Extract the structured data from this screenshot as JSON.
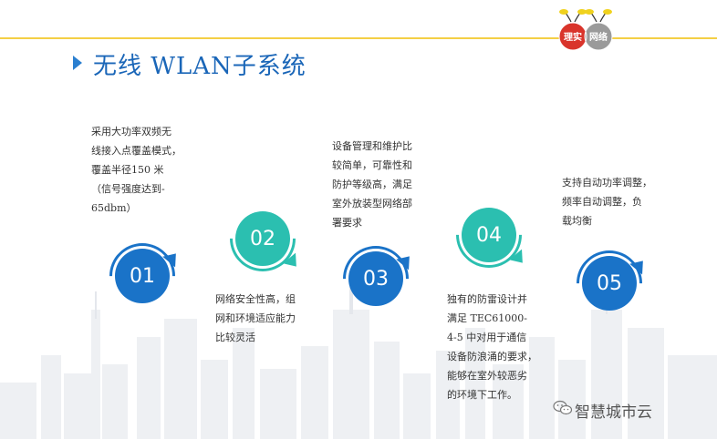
{
  "slide": {
    "title": "无线 WLAN子系统",
    "logo_texts": [
      "理实",
      "网络"
    ],
    "watermark": "智慧城市云"
  },
  "steps": [
    {
      "number": "01",
      "color": "#1a73c8",
      "text": "采用大功率双频无\n线接入点覆盖模式，\n覆盖半径150 米\n（信号强度达到-\n65dbm）"
    },
    {
      "number": "02",
      "color": "#2bbfb0",
      "text": "网络安全性高，组\n网和环境适应能力\n比较灵活"
    },
    {
      "number": "03",
      "color": "#1a73c8",
      "text": "设备管理和维护比\n较简单，可靠性和\n防护等级高，满足\n室外放装型网络部\n署要求"
    },
    {
      "number": "04",
      "color": "#2bbfb0",
      "text": "独有的防雷设计并\n满足 TEC61000-\n4-5 中对用于通信\n设备防浪涌的要求，\n能够在室外较恶劣\n的环境下工作。"
    },
    {
      "number": "05",
      "color": "#1a73c8",
      "text": "支持自动功率调整，\n频率自动调整，负\n载均衡"
    }
  ]
}
